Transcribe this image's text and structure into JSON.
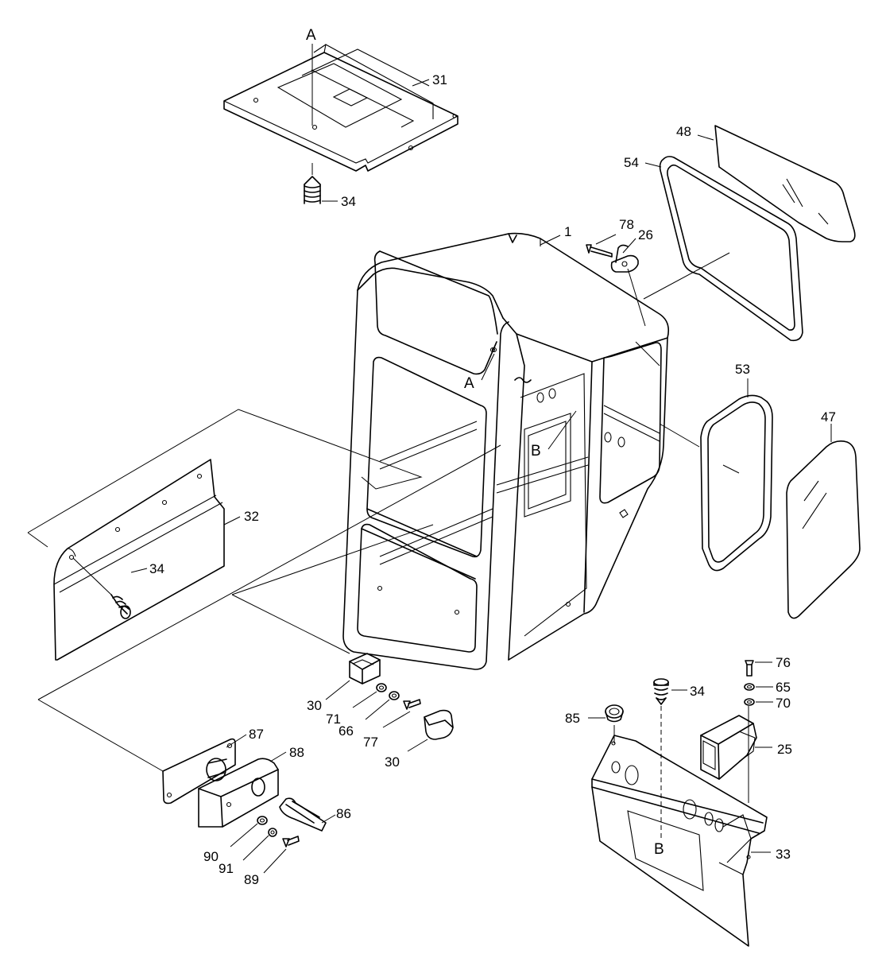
{
  "labels": {
    "l1": "1",
    "l25": "25",
    "l26": "26",
    "l30a": "30",
    "l30b": "30",
    "l31": "31",
    "l32": "32",
    "l33": "33",
    "l34a": "34",
    "l34b": "34",
    "l34c": "34",
    "l47": "47",
    "l48": "48",
    "l53": "53",
    "l54": "54",
    "l65": "65",
    "l66": "66",
    "l70": "70",
    "l71": "71",
    "l76": "76",
    "l77": "77",
    "l78": "78",
    "l85": "85",
    "l86": "86",
    "l87": "87",
    "l88": "88",
    "l89": "89",
    "l90": "90",
    "l91": "91",
    "refA1": "A",
    "refA2": "A",
    "refB1": "B",
    "refB2": "B"
  }
}
